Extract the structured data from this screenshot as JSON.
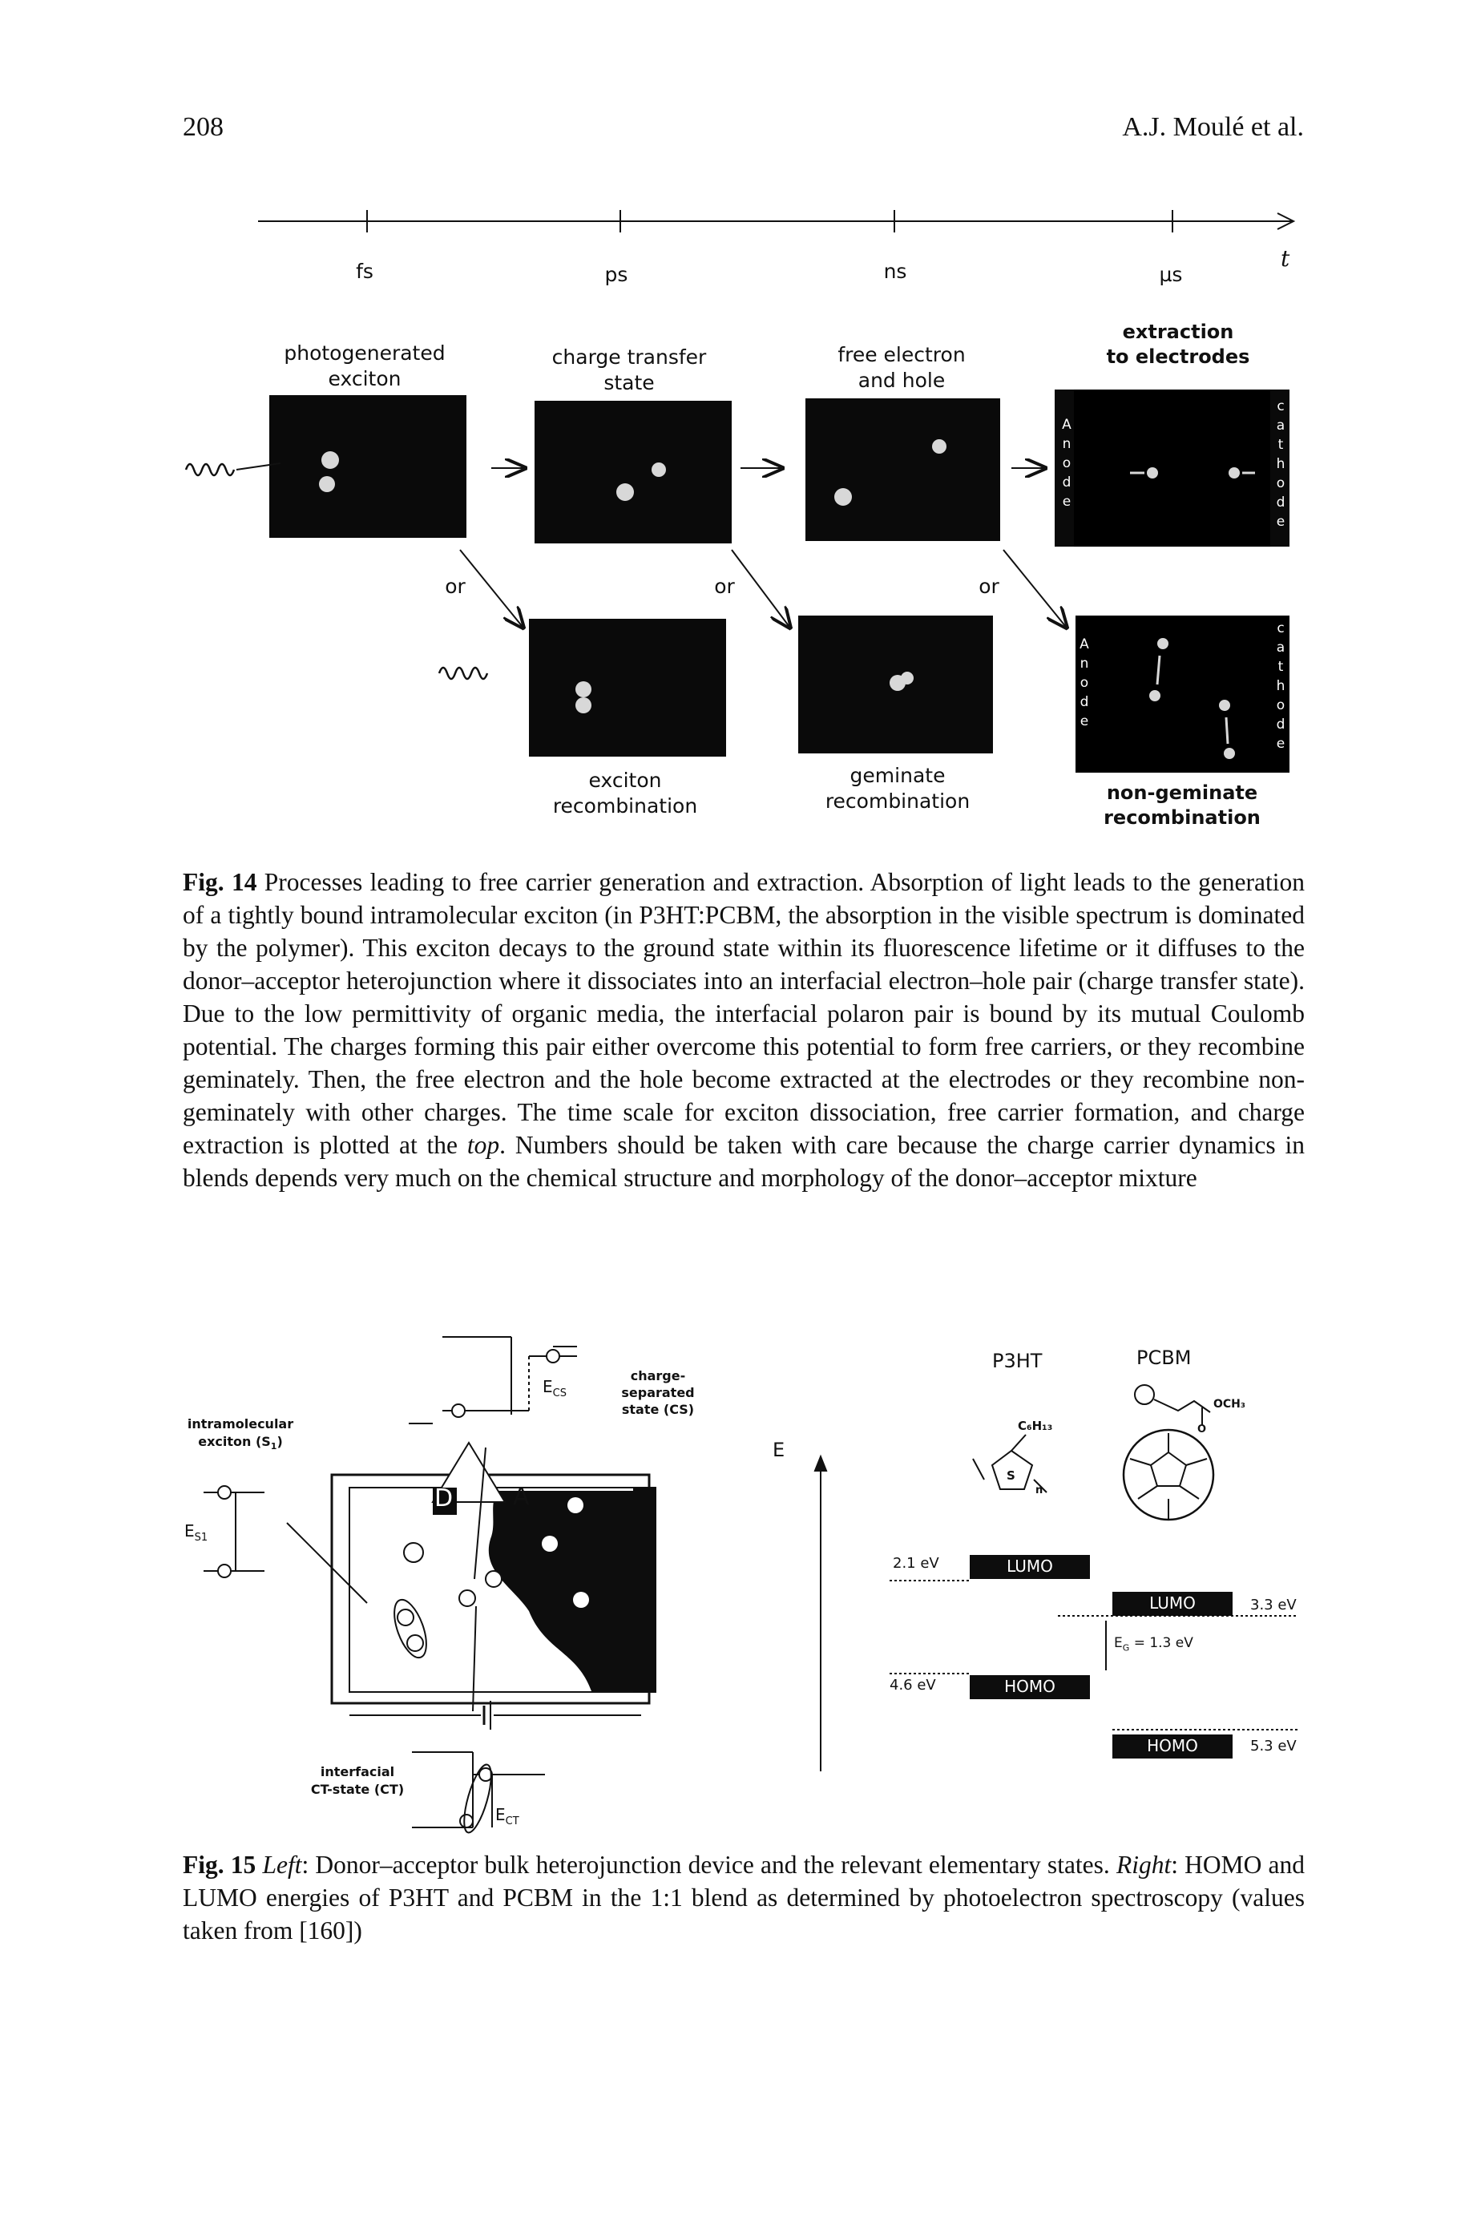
{
  "header": {
    "page_number": "208",
    "authors": "A.J. Moulé et al."
  },
  "fig14": {
    "timescale": {
      "fs": "fs",
      "ps": "ps",
      "ns": "ns",
      "us": "µs",
      "t": "t"
    },
    "stage1": {
      "line1": "photogenerated",
      "line2": "exciton"
    },
    "stage2": {
      "line1": "charge transfer",
      "line2": "state"
    },
    "stage3": {
      "line1": "free electron",
      "line2": "and hole"
    },
    "stage4": {
      "line1": "extraction",
      "line2": "to electrodes"
    },
    "or_label": "or",
    "rec1": {
      "line1": "exciton",
      "line2": "recombination"
    },
    "rec2": {
      "line1": "geminate",
      "line2": "recombination"
    },
    "rec3": {
      "line1": "non-geminate",
      "line2": "recombination"
    },
    "anode": [
      "A",
      "n",
      "o",
      "d",
      "e"
    ],
    "cathode": [
      "c",
      "a",
      "t",
      "h",
      "o",
      "d",
      "e"
    ],
    "caption": {
      "label": "Fig. 14",
      "text": "Processes leading to free carrier generation and extraction. Absorption of light leads to the generation of a tightly bound intramolecular exciton (in P3HT:PCBM, the absorption in the visible spectrum is dominated by the polymer). This exciton decays to the ground state within its fluorescence lifetime or it diffuses to the donor–acceptor heterojunction where it dissociates into an interfacial electron–hole pair (charge transfer state). Due to the low permittivity of organic media, the interfacial polaron pair is bound by its mutual Coulomb potential. The charges forming this pair either overcome this potential to form free carriers, or they recombine geminately. Then, the free electron and the hole become extracted at the electrodes or they recombine non-geminately with other charges. The time scale for exciton dissociation, free carrier formation, and charge extraction is plotted at the",
      "top_word": "top",
      "text_end": ". Numbers should be taken with care because the charge carrier dynamics in blends depends very much on the chemical structure and morphology of the donor–acceptor mixture"
    }
  },
  "fig15": {
    "left": {
      "cs_label_line1": "charge-separated",
      "cs_label_line2": "state (CS)",
      "ecs": "E",
      "ecs_sub": "CS",
      "s1_label_line1": "intramolecular",
      "s1_label_line2": "exciton (S",
      "s1_label_sub": "1",
      "s1_label_end": ")",
      "es1": "E",
      "es1_sub": "S1",
      "d": "D",
      "a": "A",
      "ct_label_line1": "interfacial",
      "ct_label_line2": "CT-state (CT)",
      "ect": "E",
      "ect_sub": "CT"
    },
    "right": {
      "e_axis": "E",
      "p3ht": "P3HT",
      "pcbm": "PCBM",
      "p3ht_lumo_ev": "2.1 eV",
      "p3ht_homo_ev": "4.6 eV",
      "pcbm_lumo_ev": "3.3 eV",
      "pcbm_homo_ev": "5.3 eV",
      "lumo": "LUMO",
      "homo": "HOMO",
      "eg_prefix": "E",
      "eg_sub": "G",
      "eg_value": "= 1.3 eV",
      "p3ht_chain": "C₆H₁₃",
      "p3ht_s": "S",
      "p3ht_n": "n",
      "pcbm_och3": "OCH₃",
      "pcbm_o": "O"
    },
    "caption": {
      "label": "Fig. 15",
      "left_word": "Left",
      "left_text": ": Donor–acceptor bulk heterojunction device and the relevant elementary states.",
      "right_word": "Right",
      "right_text": ": HOMO and LUMO energies of P3HT and PCBM in the 1:1 blend as determined by photoelectron spectroscopy (values taken from [160])"
    }
  }
}
